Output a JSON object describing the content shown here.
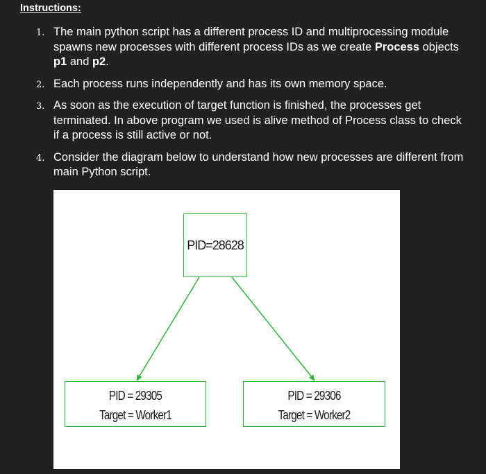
{
  "heading": "Instructions:",
  "items": [
    {
      "num": "1.",
      "parts": [
        {
          "t": "The main python script has a different process ID and multiprocessing module spawns new processes with different process IDs as we create "
        },
        {
          "t": "Process",
          "b": true
        },
        {
          "t": " objects "
        },
        {
          "t": "p1",
          "b": true
        },
        {
          "t": " and "
        },
        {
          "t": "p2",
          "b": true
        },
        {
          "t": "."
        }
      ]
    },
    {
      "num": "2.",
      "parts": [
        {
          "t": "Each process runs independently and has its own memory space."
        }
      ]
    },
    {
      "num": "3.",
      "parts": [
        {
          "t": "As soon as the execution of target function is finished, the processes get terminated. In above program we used is alive method of Process class to check if a process is still active or not."
        }
      ]
    },
    {
      "num": "4.",
      "parts": [
        {
          "t": "Consider the diagram below to understand how new processes are different from main Python script."
        }
      ]
    }
  ],
  "diagram": {
    "root": "PID=28628",
    "left": {
      "line1": "PID = 29305",
      "line2": "Target = Worker1"
    },
    "right": {
      "line1": "PID = 29306",
      "line2": "Target = Worker2"
    },
    "colors": {
      "box_border": "#2db33a",
      "arrow": "#2db33a",
      "text": "#1a1a1a"
    }
  }
}
